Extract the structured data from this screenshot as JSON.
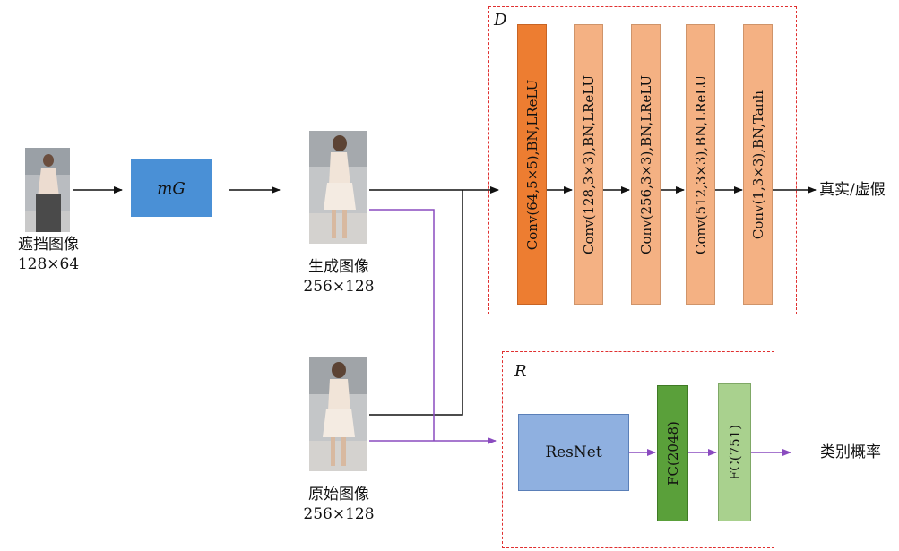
{
  "occluded": {
    "title": "遮挡图像",
    "size": "128×64"
  },
  "generator": {
    "label": "mG"
  },
  "generated": {
    "title": "生成图像",
    "size": "256×128"
  },
  "original": {
    "title": "原始图像",
    "size": "256×128"
  },
  "discriminator": {
    "label": "D",
    "layers": [
      "Conv(64,5×5),BN,LReLU",
      "Conv(128,3×3),BN,LReLU",
      "Conv(256,3×3),BN,LReLU",
      "Conv(512,3×3),BN,LReLU",
      "Conv(1,3×3),BN,Tanh"
    ],
    "output": "真实/虚假"
  },
  "recognizer": {
    "label": "R",
    "backbone": "ResNet",
    "fc1": "FC(2048)",
    "fc2": "FC(751)",
    "output": "类别概率"
  },
  "colors": {
    "generator": "#4a90d6",
    "conv_first": "#ed7d31",
    "conv_rest": "#f4b183",
    "resnet": "#8fb0e0",
    "fc1": "#5aa03a",
    "fc2": "#a9d18e",
    "purple_line": "#8a4bbf",
    "dash_border": "#e03030"
  },
  "icons": {
    "person_photo": "person-photo-thumbnail"
  }
}
